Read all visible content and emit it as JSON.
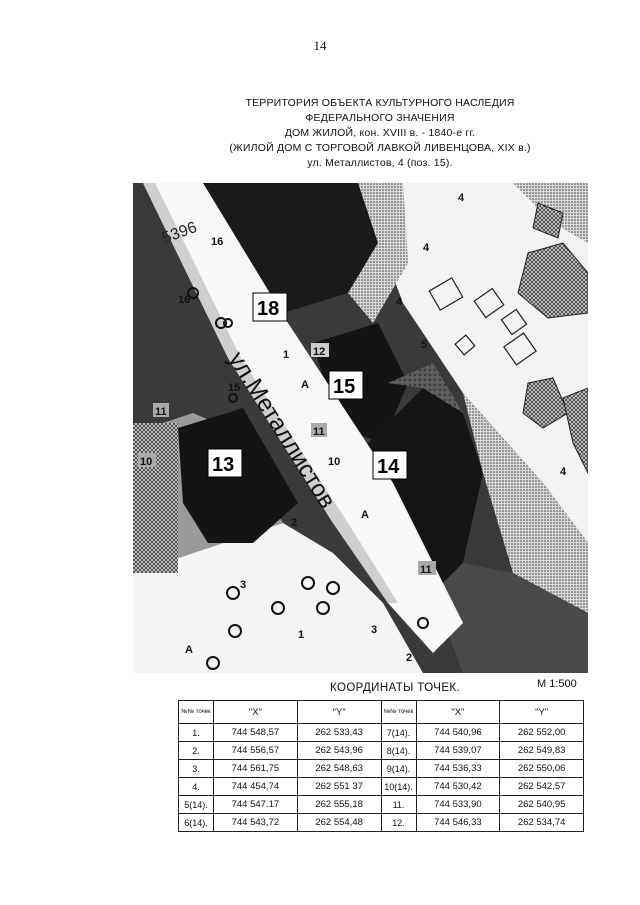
{
  "page_number": "14",
  "header": {
    "line1": "ТЕРРИТОРИЯ ОБЪЕКТА КУЛЬТУРНОГО НАСЛЕДИЯ",
    "line2": "ФЕДЕРАЛЬНОГО ЗНАЧЕНИЯ",
    "line3": "ДОМ ЖИЛОЙ,  кон. XVIII в. - 1840-е гг.",
    "line4": "(ЖИЛОЙ ДОМ С ТОРГОВОЙ ЛАВКОЙ ЛИВЕНЦОВА,   XIX в.)",
    "line5": "ул. Металлистов, 4    (поз. 15)."
  },
  "map": {
    "street_label": "ул.Металлистов",
    "top_number": "5396",
    "buildings": [
      {
        "label": "18"
      },
      {
        "label": "15"
      },
      {
        "label": "14"
      },
      {
        "label": "13"
      }
    ],
    "small_labels": [
      "16",
      "16",
      "15",
      "11",
      "10",
      "12",
      "11",
      "10",
      "11",
      "5",
      "4",
      "4",
      "4",
      "3",
      "2",
      "1",
      "2",
      "3",
      "1",
      "А",
      "А",
      "А",
      "4"
    ]
  },
  "coords_title": "КООРДИНАТЫ  ТОЧЕК.",
  "scale": "М  1:500",
  "table": {
    "headers": [
      "№№ точек",
      "\"X\"",
      "\"Y\"",
      "№№ точек",
      "\"X\"",
      "\"Y\""
    ],
    "rows": [
      [
        "1.",
        "744 548,57",
        "262 533,43",
        "7(14).",
        "744 540,96",
        "262 552,00"
      ],
      [
        "2.",
        "744 556,57",
        "262 543,96",
        "8(14).",
        "744 539,07",
        "262 549,83"
      ],
      [
        "3.",
        "744 561,75",
        "262 548,63",
        "9(14).",
        "744 536,33",
        "262 550,06"
      ],
      [
        "4.",
        "744 454,74",
        "262 551 37",
        "10(14).",
        "744 530,42",
        "262 542,57"
      ],
      [
        "5(14).",
        "744 547.17",
        "262 555,18",
        "11.",
        "744 533,90",
        "262 540,95"
      ],
      [
        "6(14).",
        "744 543,72",
        "262 554,48",
        "12.",
        "744 546,33",
        "262 534,74"
      ]
    ]
  }
}
